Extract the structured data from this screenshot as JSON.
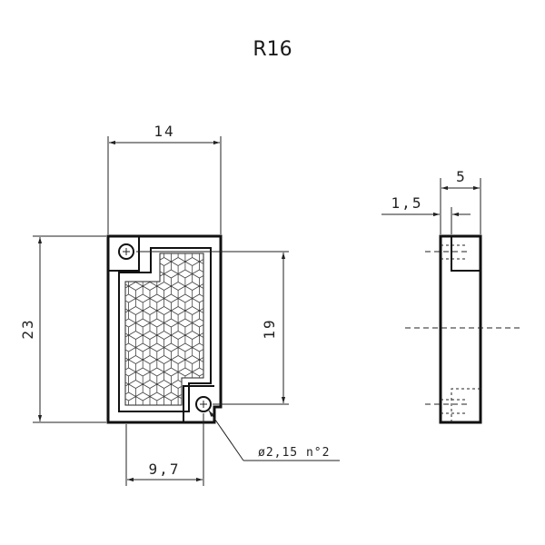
{
  "title": "R16",
  "dimensions": {
    "width_top": "14",
    "height_left": "23",
    "height_inner": "19",
    "hole_spacing": "9,7",
    "hole_callout": "ø2,15 n°2",
    "side_thickness": "5",
    "side_step": "1,5"
  }
}
